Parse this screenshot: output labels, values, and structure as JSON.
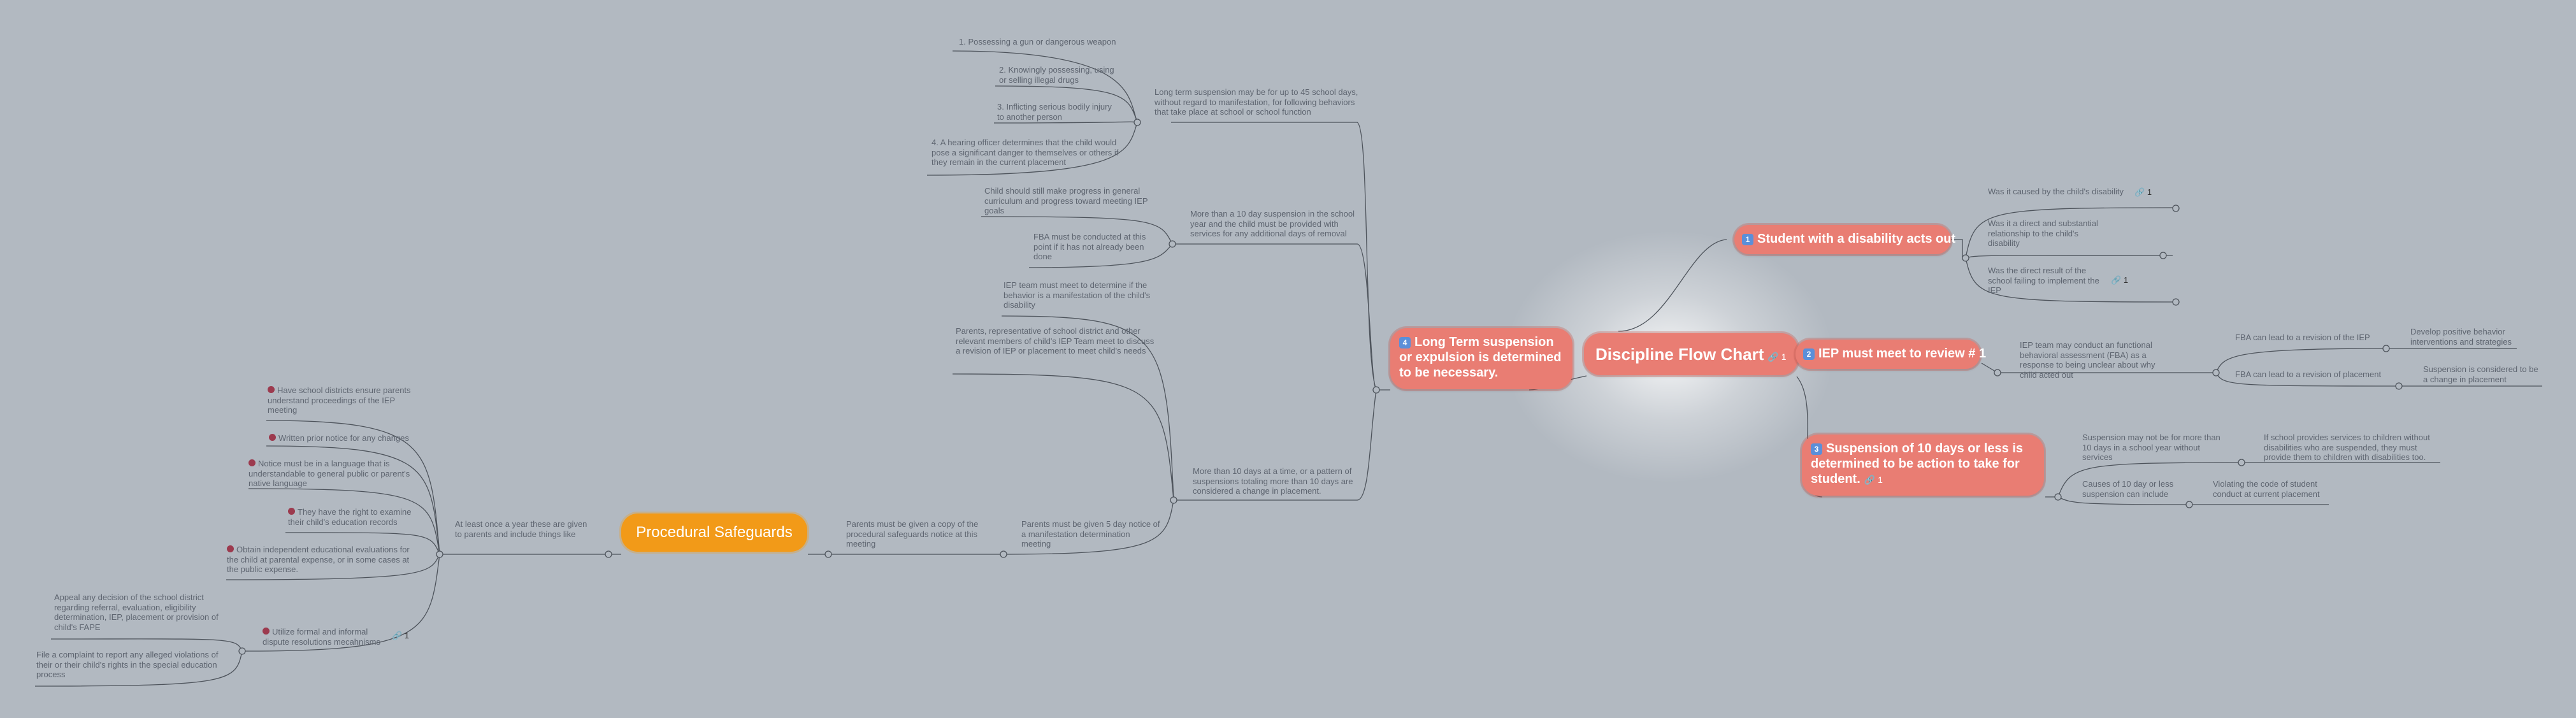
{
  "root": {
    "label": "Discipline Flow Chart",
    "link_count": "1"
  },
  "branches": {
    "student": {
      "num": "1",
      "label": "Student with a disability acts out",
      "children": [
        "Was it caused by the child's disability",
        "Was it a direct and substantial relationship to  the child's disability",
        "Was the direct result of the school failing to implement the IEP"
      ],
      "link_counts": [
        "1",
        "1"
      ]
    },
    "iep": {
      "num": "2",
      "label": "IEP must meet to review # 1",
      "child": "IEP team may conduct an functional behavioral assessment (FBA) as a response to being unclear about why child acted out",
      "fba1": "FBA can lead to a revision of the IEP",
      "fba1_result": "Develop positive behavior interventions and strategies",
      "fba2": "FBA can lead to a revision of placement",
      "fba2_result": "Suspension is considered to be a change in placement"
    },
    "suspension": {
      "num": "3",
      "label": "Suspension of 10 days or less is determined to be action to take for student.",
      "link_count": "1",
      "c1": "Suspension may not be for more than 10 days in a school year without services",
      "c1_result": "If school provides services to children without disabilities who are suspended, they must provide them to children with disabilities too.",
      "c2": "Causes of 10 day or less suspension can include",
      "c2_result": "Violating the code of student conduct at current placement"
    },
    "longterm": {
      "num": "4",
      "label": "Long Term suspension or expulsion is determined to be necessary.",
      "a": "Long term suspension may be for up to 45 school days, without regard to manifestation, for following behaviors that take place at school or school function",
      "a_items": [
        "1. Possessing a gun or dangerous weapon",
        "2. Knowingly possessing, using or selling illegal drugs",
        "3. Inflicting serious bodily injury to another person",
        "4. A hearing officer determines that the child would pose a significant danger to themselves or others if they remain in the current placement"
      ],
      "b": "More than a 10 day suspension in the school year and the child must be provided with services for any additional days of removal",
      "b_items": [
        "Child should still make progress in general curriculum and progress toward meeting IEP goals",
        "FBA must be conducted at this point if it has not already been done"
      ],
      "c": "More than 10 days at a time, or a pattern of suspensions totaling more than 10 days are considered a change in placement.",
      "c_items": [
        "IEP team must meet to determine if the behavior is a manifestation of the child's disability",
        "Parents, representative of school district and other relevant members of child's IEP Team meet to discuss a revision of IEP or placement to meet child's needs"
      ]
    }
  },
  "procedural": {
    "label": "Procedural Safeguards",
    "p1": "Parents must be given 5 day notice of a manifestation determination meeting",
    "p2": "Parents must be given a copy of the procedural safeguards notice at this meeting",
    "p3": "At least once a year these are given to parents and include things like",
    "items": [
      "Have school districts ensure parents understand proceedings of the IEP meeting",
      "Written prior notice for any changes",
      "Notice must be in a language that is understandable to general public or parent's native language",
      "They have the right to examine their child's education records",
      "Obtain independent educational evaluations for the child at parental expense, or in some cases at the public expense.",
      "Utilize formal and informal dispute resolutions mecahnisms"
    ],
    "dispute_link": "1",
    "dispute": [
      "Appeal any decision of the school district regarding referral, evaluation, eligibility determination, IEP, placement or provision of child's FAPE",
      "File a complaint to report any alleged violations of their or their child's rights in the special education process"
    ]
  },
  "colors": {
    "background": "#b2b9c1",
    "topic": "#e97d73",
    "procedural": "#f29a18",
    "line": "#4d535b",
    "bullet": "#9c3a4e"
  }
}
